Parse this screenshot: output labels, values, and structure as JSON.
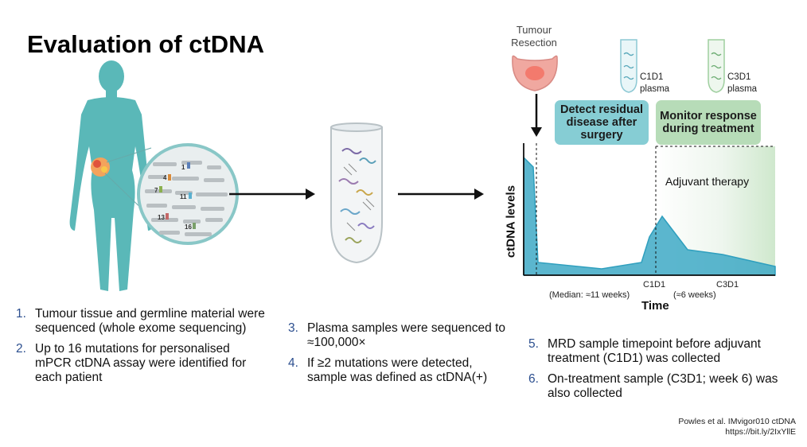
{
  "title": "Evaluation of ctDNA",
  "left_steps": [
    {
      "num": "1.",
      "text": "Tumour tissue and germline material were sequenced (whole exome sequencing)"
    },
    {
      "num": "2.",
      "text": "Up to 16 mutations for personalised mPCR ctDNA assay were identified for each patient"
    }
  ],
  "middle_steps": [
    {
      "num": "3.",
      "text": "Plasma samples were sequenced to ≈100,000×"
    },
    {
      "num": "4.",
      "text": "If ≥2 mutations were detected, sample was defined as ctDNA(+)"
    }
  ],
  "right_steps": [
    {
      "num": "5.",
      "text": "MRD sample timepoint before adjuvant treatment (C1D1) was collected"
    },
    {
      "num": "6.",
      "text": "On-treatment sample (C3D1; week 6) was also collected"
    }
  ],
  "chromosome_labels": [
    "1",
    "4",
    "7",
    "11",
    "13",
    "16"
  ],
  "timeline": {
    "resection_label": "Tumour Resection",
    "c1d1_plasma": "C1D1 plasma",
    "c3d1_plasma": "C3D1 plasma",
    "box_residual": "Detect residual disease after surgery",
    "box_monitor": "Monitor response during treatment",
    "adjuvant_label": "Adjuvant therapy",
    "y_label": "ctDNA levels",
    "x_label": "Time",
    "tick_c1d1": "C1D1",
    "tick_c3d1": "C3D1",
    "median_label": "(Median: ≈11 weeks)",
    "weeks_label": "(≈6 weeks)",
    "colors": {
      "residual": "#86cdd4",
      "monitor": "#b7dcb8",
      "curve": "#2f9fbe",
      "body": "#5ab8b8"
    }
  },
  "citation": {
    "line1": "Powles et al. IMvigor010 ctDNA",
    "line2": "https://bit.ly/2IxYllE"
  }
}
